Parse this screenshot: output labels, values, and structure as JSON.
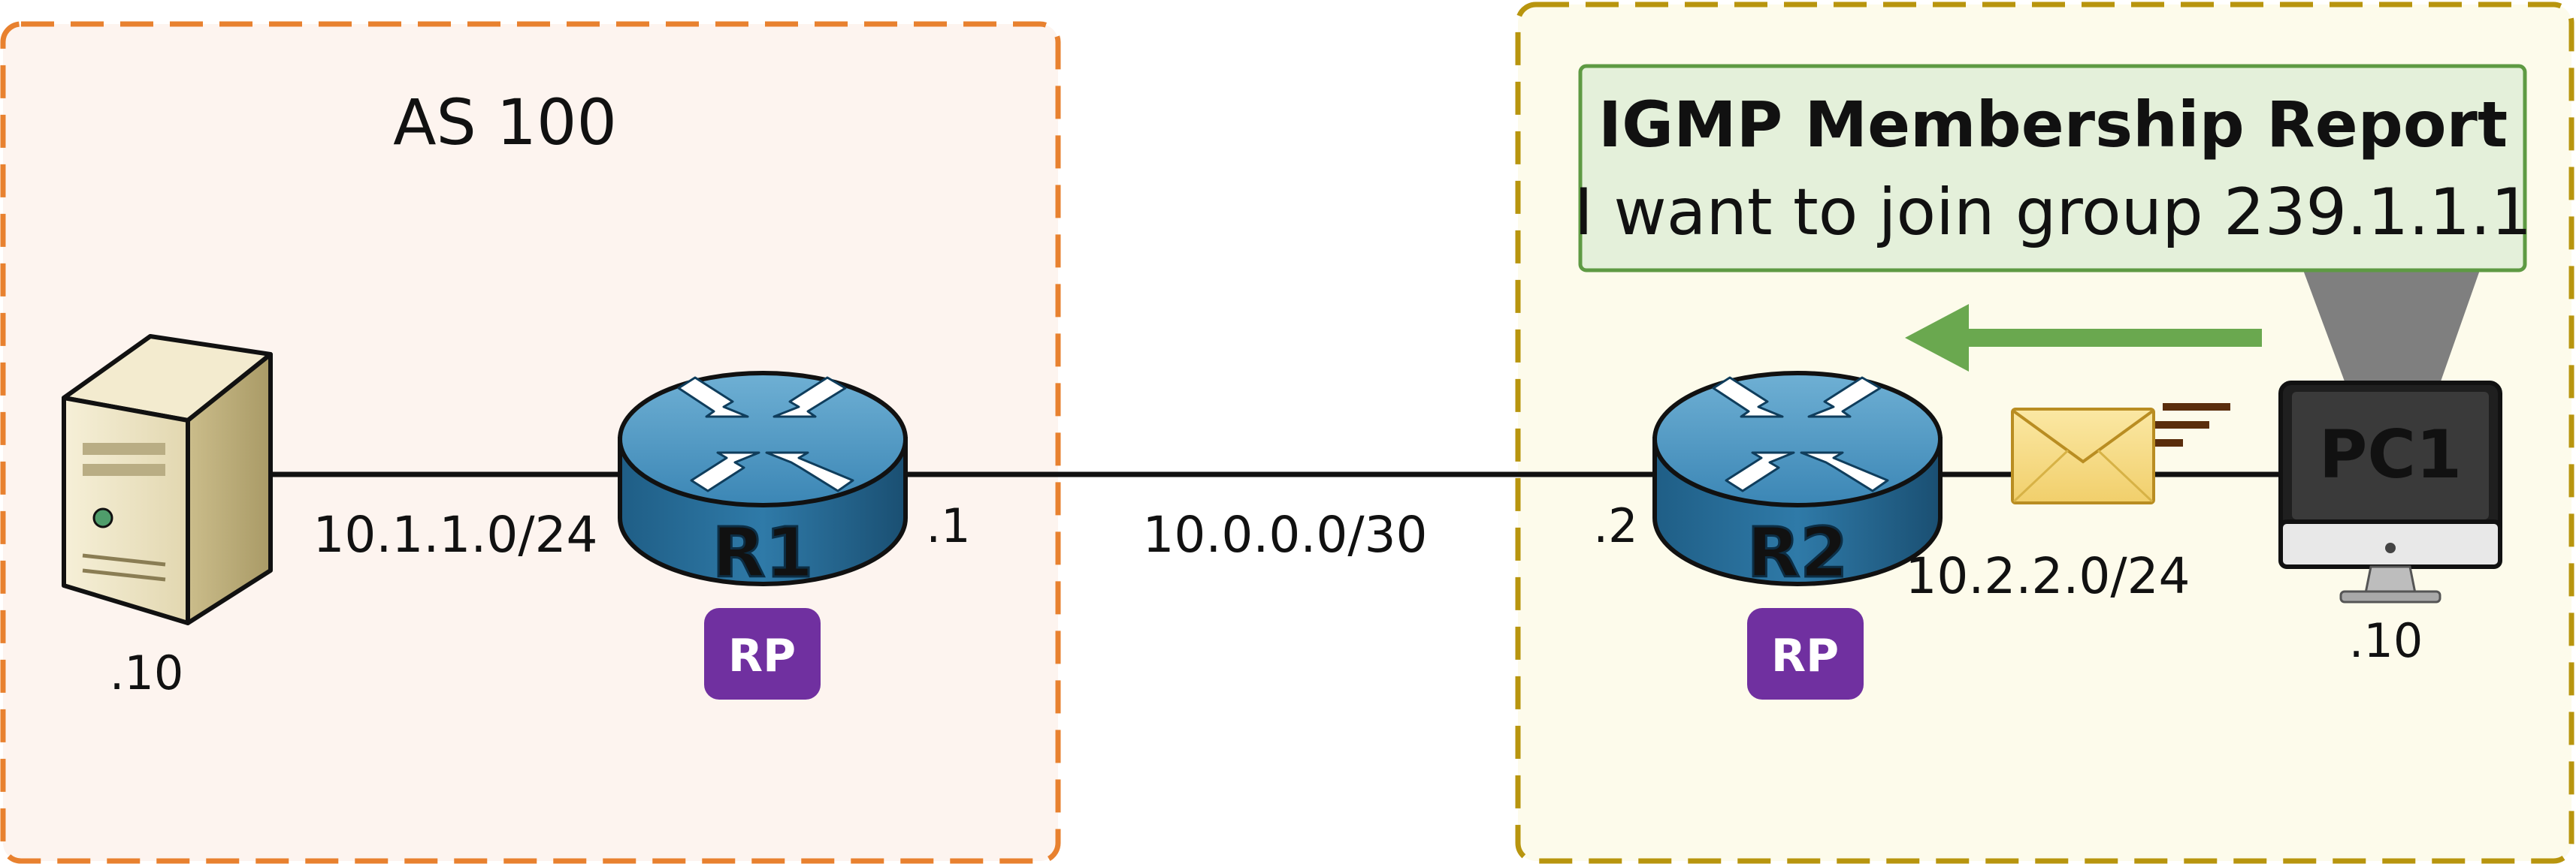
{
  "left_zone": {
    "title": "AS 100",
    "border_color": "#e8812f",
    "fill_color": "#fdf4ef"
  },
  "right_zone": {
    "border_color": "#b8950e",
    "fill_color": "#fdfbeb"
  },
  "server": {
    "icon": "server-icon",
    "host_label": ".10"
  },
  "links": {
    "server_r1": "10.1.1.0/24",
    "r1_r2": "10.0.0.0/30",
    "r2_pc1": "10.2.2.0/24"
  },
  "r1": {
    "name": "R1",
    "interface": ".1",
    "badge": "RP"
  },
  "r2": {
    "name": "R2",
    "interface": ".2",
    "badge": "RP"
  },
  "pc1": {
    "name": "PC1",
    "host_label": ".10"
  },
  "callout": {
    "title": "IGMP Membership Report",
    "text": "I want to join group 239.1.1.1",
    "fill_color": "#e4f0da",
    "border_color": "#5e9a43"
  },
  "arrow_color": "#6aa84f",
  "badge_color": "#7030a0",
  "envelope": {
    "icon": "envelope-icon"
  }
}
